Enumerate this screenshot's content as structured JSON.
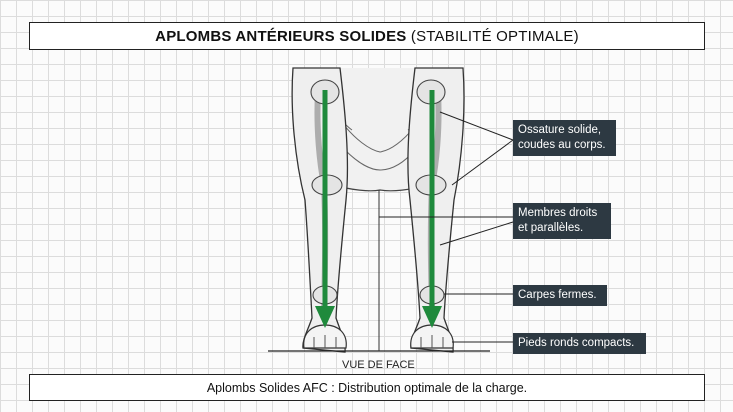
{
  "title": {
    "bold": "APLOMBS ANTÉRIEURS SOLIDES",
    "normal": "(STABILITÉ OPTIMALE)"
  },
  "labels": {
    "bone": [
      "Ossature solide,",
      "coudes au corps."
    ],
    "limbs": [
      "Membres droits",
      "et parallèles."
    ],
    "carpus": "Carpes fermes.",
    "feet": "Pieds ronds compacts."
  },
  "view_label": "VUE DE FACE",
  "caption": "Aplombs Solides AFC : Distribution optimale de la charge.",
  "colors": {
    "arrow": "#1f8a3c",
    "label_bg": "#2d3942",
    "line": "#222222"
  }
}
